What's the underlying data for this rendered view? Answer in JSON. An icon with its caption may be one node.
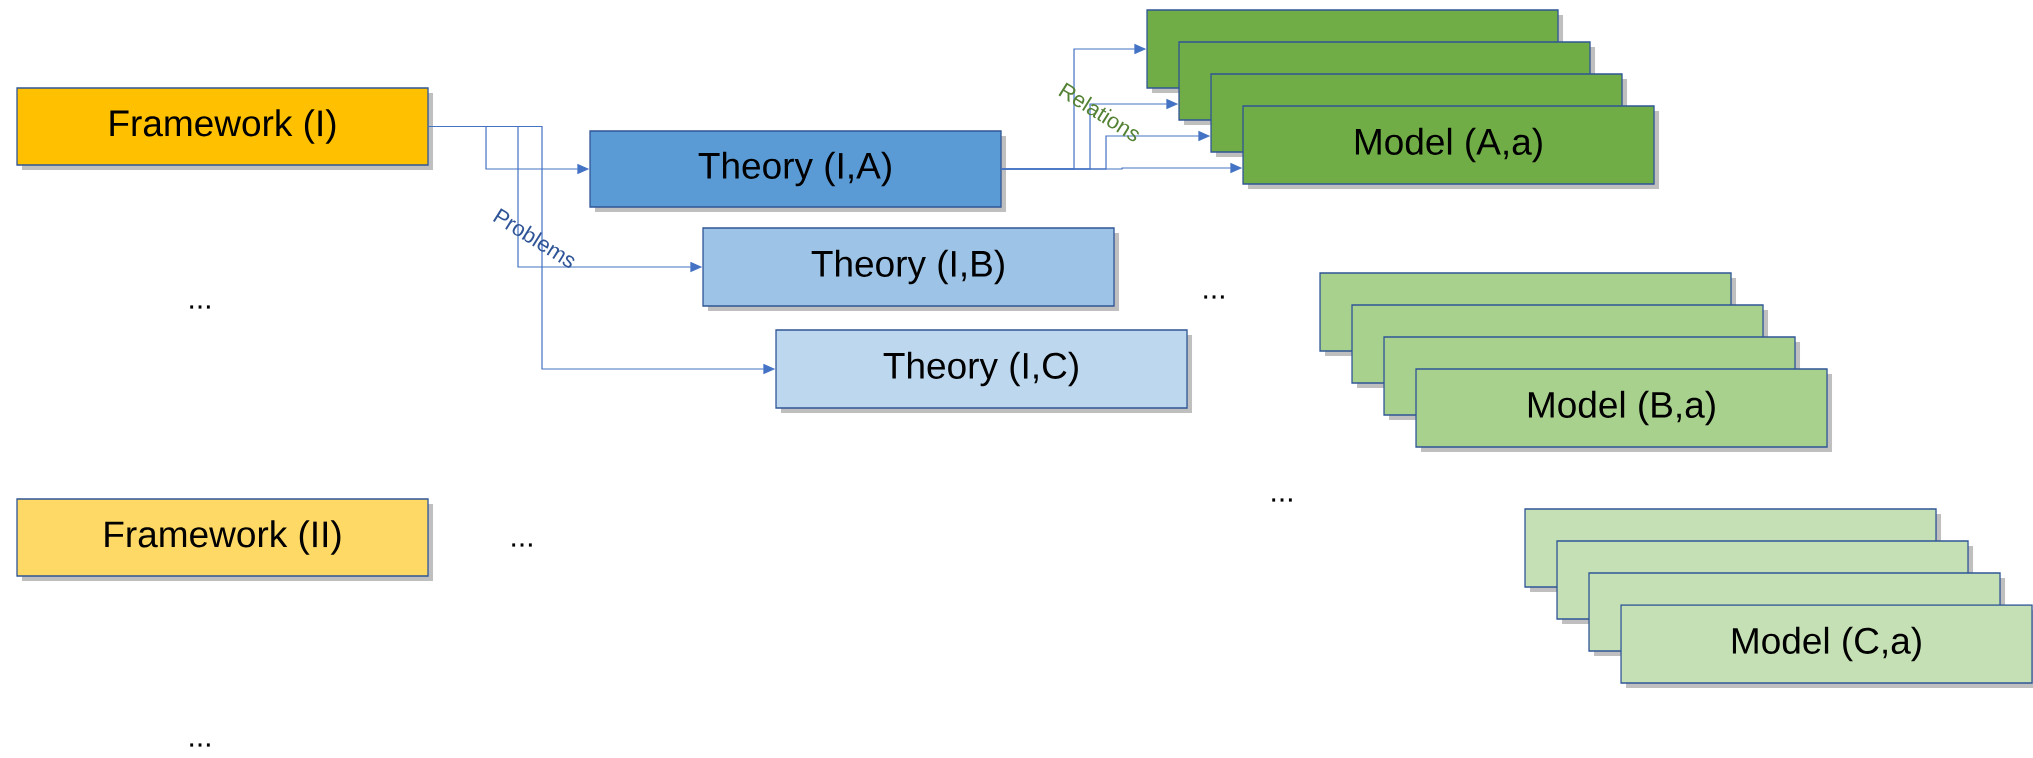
{
  "diagram": {
    "nodes": [
      {
        "text": [
          "Framework (I)"
        ]
      },
      {
        "text": [
          "Theory (I,A)"
        ]
      },
      {
        "text": [],
        "shape": "box"
      },
      {
        "text": [],
        "shape": "box"
      },
      {
        "text": [],
        "shape": "box"
      },
      {
        "text": [
          "Model (A,a)"
        ]
      },
      {
        "text": [
          "Theory (I,B)"
        ]
      },
      {
        "text": [
          "Theory (I,C)"
        ]
      },
      {
        "text": [],
        "shape": "box"
      },
      {
        "text": [],
        "shape": "box"
      },
      {
        "text": [],
        "shape": "box"
      },
      {
        "text": [
          "Model (B,a)"
        ]
      },
      {
        "text": [
          "Framework (II)"
        ]
      },
      {
        "text": [],
        "shape": "box"
      },
      {
        "text": [],
        "shape": "box"
      },
      {
        "text": [],
        "shape": "box"
      },
      {
        "text": [
          "Model (C,a)"
        ]
      }
    ],
    "edges": [
      {
        "from": 0,
        "to": 1,
        "arrow": "to"
      },
      {
        "from": 0,
        "to": 6,
        "arrow": "to",
        "label": "Problems"
      },
      {
        "from": 0,
        "to": 7,
        "arrow": "to"
      },
      {
        "from": 1,
        "to": 2,
        "arrow": "to"
      },
      {
        "from": 1,
        "to": 3,
        "arrow": "to",
        "label": "Relations"
      },
      {
        "from": 1,
        "to": 4,
        "arrow": "to"
      },
      {
        "from": 1,
        "to": 5,
        "arrow": "to"
      }
    ],
    "labels": [
      "...",
      "...",
      "...",
      "...",
      "..."
    ]
  }
}
